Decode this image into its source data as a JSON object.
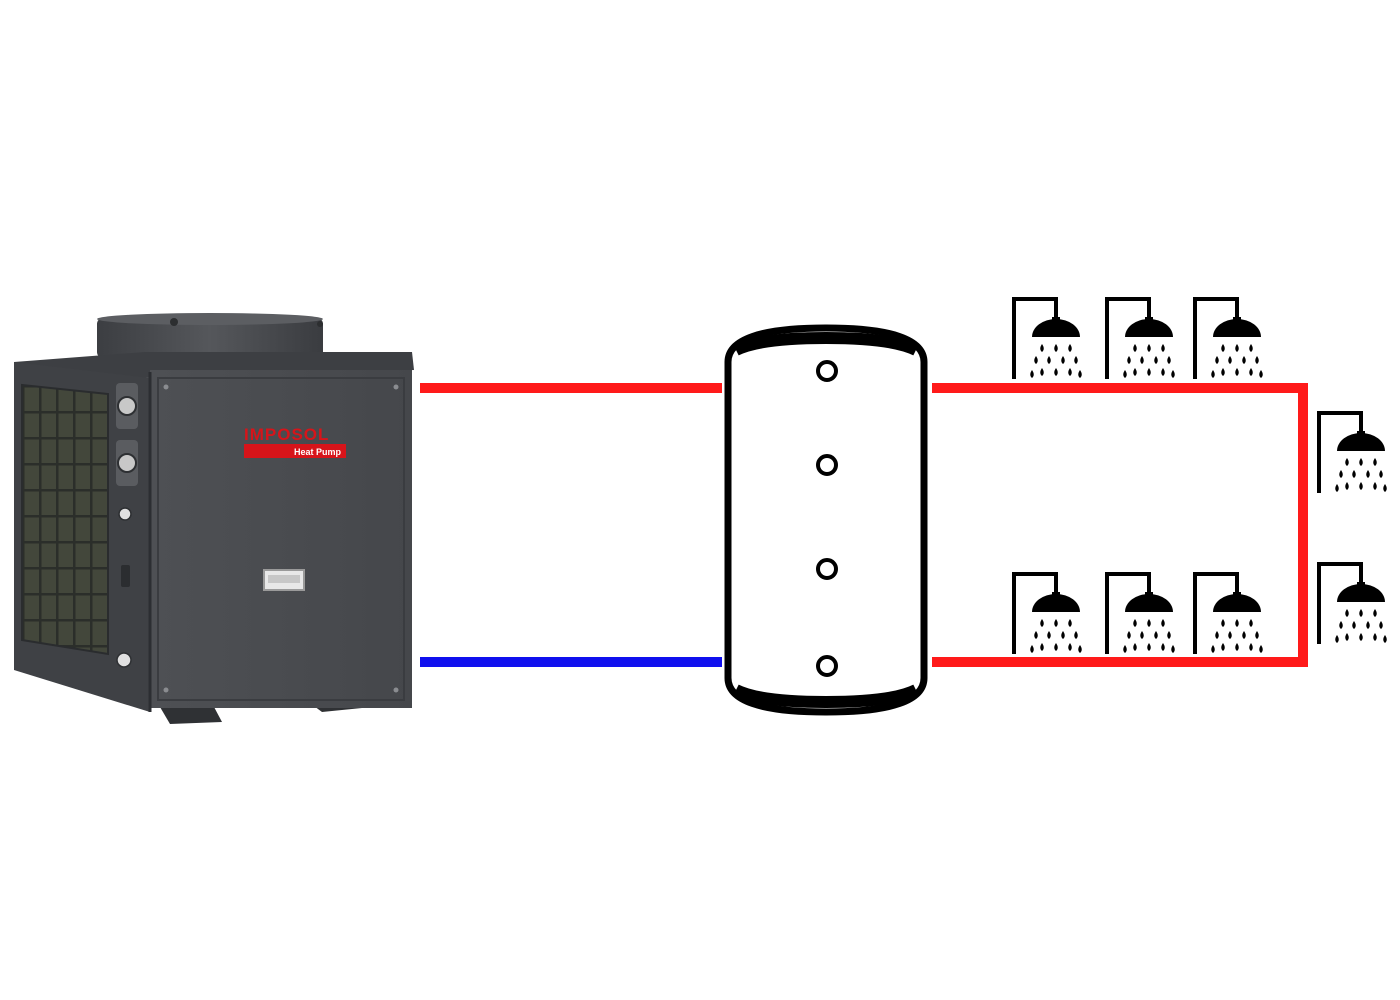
{
  "heat_pump": {
    "brand_text": "IMPOSOL",
    "model_text": "Heat Pump",
    "brand_color": "#d7141a",
    "body_color": "#4a4c50"
  },
  "pipes": {
    "hot_color": "#ff1a1a",
    "cold_color": "#1010ee"
  },
  "tank": {
    "port_count": 4,
    "outline_color": "#000000"
  },
  "fixtures": {
    "icon": "shower-icon",
    "top_row_count": 3,
    "bottom_row_count": 3,
    "right_column_count": 2
  }
}
